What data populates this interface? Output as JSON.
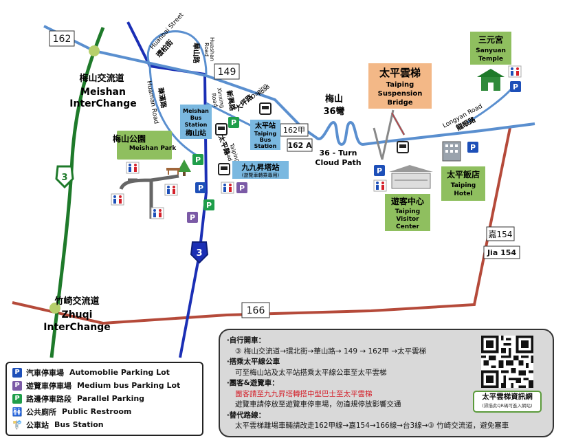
{
  "routes": {
    "r162": "162",
    "r149": "149",
    "r162a_zh": "162甲",
    "r162a_en": "162 A",
    "r166": "166",
    "r3": "3",
    "jia154_zh": "嘉154",
    "jia154_en": "Jia 154"
  },
  "places": {
    "meishan_ic_zh": "梅山交流道",
    "meishan_ic_en_1": "Meishan",
    "meishan_ic_en_2": "InterChange",
    "zhuqi_ic_zh": "竹崎交流道",
    "zhuqi_ic_en_1": "Zhuqi",
    "zhuqi_ic_en_2": "InterChange",
    "meishan_park_zh": "梅山公園",
    "meishan_park_en": "Meishan Park",
    "meishan_bus_en_1": "Meishan",
    "meishan_bus_en_2": "Bus",
    "meishan_bus_en_3": "Station",
    "meishan_bus_zh": "梅山站",
    "taiping_bus_zh": "太平站",
    "taiping_bus_en_1": "Taiping",
    "taiping_bus_en_2": "Bus",
    "taiping_bus_en_3": "Station",
    "jiujiu_zh": "九九昇塔站",
    "jiujiu_sub": "(遊覽車轉乘專用)",
    "bend36_zh_1": "梅山",
    "bend36_zh_2": "36彎",
    "bend36_en_1": "36 - Turn",
    "bend36_en_2": "Cloud Path",
    "bridge_zh": "太平雲梯",
    "bridge_en_1": "Taiping",
    "bridge_en_2": "Suspension",
    "bridge_en_3": "Bridge",
    "temple_zh": "三元宮",
    "temple_en_1": "Sanyuan",
    "temple_en_2": "Temple",
    "hotel_zh": "太平飯店",
    "hotel_en_1": "Taiping",
    "hotel_en_2": "Hotel",
    "visitor_zh": "遊客中心",
    "visitor_en_1": "Taiping",
    "visitor_en_2": "Visitor",
    "visitor_en_3": "Center"
  },
  "streets": {
    "huanbai_en": "Huanbai Street",
    "huanbai_zh": "環柏街",
    "huashan_en_1": "Huashan",
    "huashan_en_2": "Road",
    "huashan_zh": "華山路",
    "huaman_en": "Huaman Road",
    "huaman_zh": "華滿路",
    "xinxing_en_1": "Xinxing",
    "xinxing_en_2": "Road",
    "xinxing_zh": "新興路",
    "daping_en_1": "Daping",
    "daping_en_2": "Road",
    "daping_zh": "大坪路",
    "taiping_en_1": "Taiping",
    "taiping_en_2": "Road",
    "taiping_zh": "太平路",
    "longyan_en": "Longyan Road",
    "longyan_zh": "龍眼路"
  },
  "legend": [
    {
      "zh": "汽車停車場",
      "en": "Automoblie Parking Lot",
      "badge": "P",
      "color": "#1d4fb8"
    },
    {
      "zh": "遊覽車停車場",
      "en": "Medium bus Parking Lot",
      "badge": "P",
      "color": "#7b5aa6"
    },
    {
      "zh": "路邊停車路段",
      "en": "Parallel Parking",
      "badge": "P",
      "color": "#1f9e4a"
    },
    {
      "zh": "公共廁所",
      "en": "Public Restroom",
      "badge": "restroom-icon",
      "color": "#d4202a"
    },
    {
      "zh": "公車站",
      "en": "Bus Station",
      "badge": "bus-stop-icon",
      "color": "#222222"
    }
  ],
  "info": {
    "line1": "‧自行開車：",
    "line2": "③ 梅山交流道→環北街→華山路→ 149 → 162甲 →太平雲梯",
    "line3": "‧搭乘太平線公車",
    "line4": "可至梅山站及太平站搭乘太平線公車至太平雲梯",
    "line5": "‧團客&遊覽車：",
    "line6": "團客請至九九昇塔轉搭中型巴士至太平雲梯",
    "line7": "遊覽車請停放至遊覽車停車場，勿違規停放影響交通",
    "line8": "‧替代路線：",
    "line9": "太平雲梯離場車輛請改走162甲線→嘉154→166線→台3線→③ 竹崎交流道，避免塞車"
  },
  "qr": {
    "caption": "太平雲梯資訊網",
    "sub": "(掃描此QR碼可進入網站)"
  },
  "colors": {
    "road_blue": "#5a8fcf",
    "hwy_green": "#1e7a2a",
    "hwy_blue": "#1b2fb5",
    "road_red": "#b54a3a",
    "label_green": "#8fbf5f",
    "label_blue": "#7ab8e0",
    "label_orange": "#f3b887"
  }
}
